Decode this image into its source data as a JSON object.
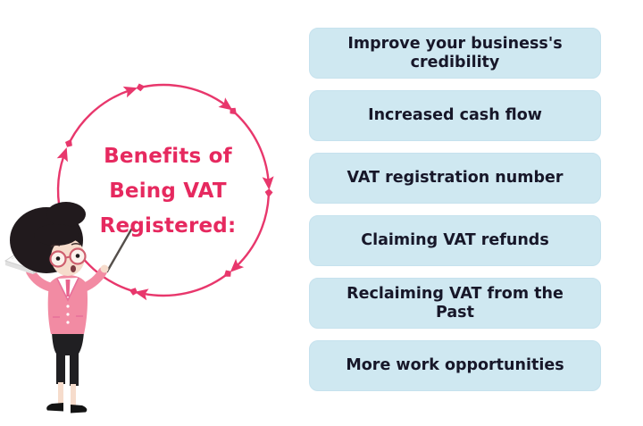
{
  "diagram": {
    "title": "Benefits of\nBeing VAT\nRegistered:",
    "title_color": "#e6295f",
    "ring_color": "#e8376c",
    "illustration": "teacher-with-pointer-and-open-book"
  },
  "benefits": {
    "card_bg": "#cfe8f1",
    "text_color": "#171729",
    "items": [
      "Improve your business's credibility",
      "Increased cash flow",
      "VAT registration number",
      "Claiming VAT refunds",
      "Reclaiming VAT from the Past",
      "More work opportunities"
    ]
  }
}
